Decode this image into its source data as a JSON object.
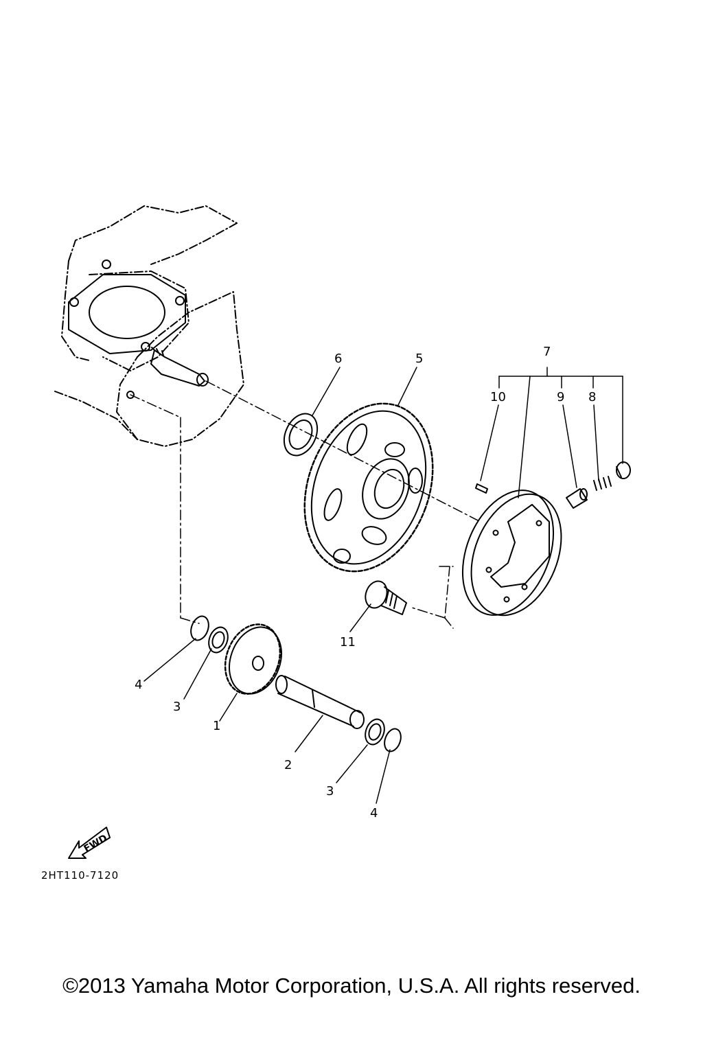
{
  "diagram": {
    "callouts": {
      "c1": "1",
      "c2": "2",
      "c3a": "3",
      "c3b": "3",
      "c4a": "4",
      "c4b": "4",
      "c5": "5",
      "c6": "6",
      "c7": "7",
      "c8": "8",
      "c9": "9",
      "c10": "10",
      "c11": "11"
    },
    "fwd_label": "FWD",
    "drawing_code": "2HT110-7120"
  },
  "footer": {
    "copyright": "©2013 Yamaha Motor Corporation, U.S.A. All rights reserved."
  }
}
